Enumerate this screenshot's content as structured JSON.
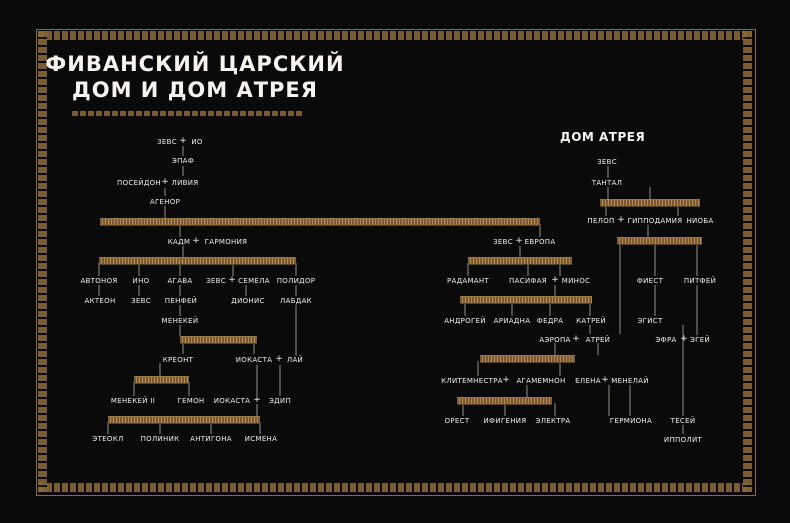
{
  "title_line1": "ФИВАНСКИЙ ЦАРСКИЙ",
  "title_line2": "ДОМ И ДОМ АТРЕЯ",
  "subtitle": "ДОМ АТРЕЯ",
  "thebes": {
    "zeus": "ЗЕВС",
    "io": "ИО",
    "epaf": "ЭПАФ",
    "poseidon": "ПОСЕЙДОН",
    "livia": "ЛИВИЯ",
    "agenor": "АГЕНОР",
    "kadm": "КАДМ",
    "garmonia": "ГАРМОНИЯ",
    "avtonoya": "АВТОНОЯ",
    "ino": "ИНО",
    "agava": "АГАВА",
    "zeus2": "ЗЕВС",
    "semela": "СЕМЕЛА",
    "polidor": "ПОЛИДОР",
    "akteon": "АКТЕОН",
    "zeus3": "ЗЕВС",
    "penfey": "ПЕНФЕЙ",
    "dionis": "ДИОНИС",
    "labdak": "ЛАБДАК",
    "menekey": "МЕНЕКЕЙ",
    "kreont": "КРЕОНТ",
    "iokasta": "ИОКАСТА",
    "lay": "ЛАЙ",
    "menekey2": "МЕНЕКЕЙ II",
    "gemon": "ГЕМОН",
    "iokasta2": "ИОКАСТА",
    "edip": "ЭДИП",
    "eteokl": "ЭТЕОКЛ",
    "polinik": "ПОЛИНИК",
    "antigona": "АНТИГОНА",
    "ismena": "ИСМЕНА"
  },
  "crete": {
    "zeus": "ЗЕВС",
    "evropa": "ЕВРОПА",
    "radamant": "РАДАМАНТ",
    "pasifaya": "ПАСИФАЯ",
    "minos": "МИНОС",
    "androgey": "АНДРОГЕЙ",
    "ariadna": "АРИАДНА",
    "fedra": "ФЕДРА",
    "katrey": "КАТРЕЙ",
    "aeropa": "АЭРОПА",
    "atrey": "АТРЕЙ",
    "klitemnestra": "КЛИТЕМНЕСТРА",
    "agamemnon": "АГАМЕМНОН",
    "elena": "ЕЛЕНА",
    "menelay": "МЕНЕЛАЙ",
    "orest": "ОРЕСТ",
    "ifigeniya": "ИФИГЕНИЯ",
    "elektra": "ЭЛЕКТРА",
    "germiona": "ГЕРМИОНА"
  },
  "atreus": {
    "zeus": "ЗЕВС",
    "tantal": "ТАНТАЛ",
    "pelop": "ПЕЛОП",
    "gippodamiya": "ГИППОДАМИЯ",
    "nioba": "НИОБА",
    "fiest": "ФИЕСТ",
    "pitfey": "ПИТФЕЙ",
    "egist": "ЭГИСТ",
    "efra": "ЭФРА",
    "egey": "ЭГЕЙ",
    "tesey": "ТЕСЕЙ",
    "ippolit": "ИППОЛИТ"
  },
  "plus_sign": "+",
  "colors": {
    "background": "#0b0a0a",
    "accent": "#8a6a3d",
    "text": "#f2efe8"
  }
}
